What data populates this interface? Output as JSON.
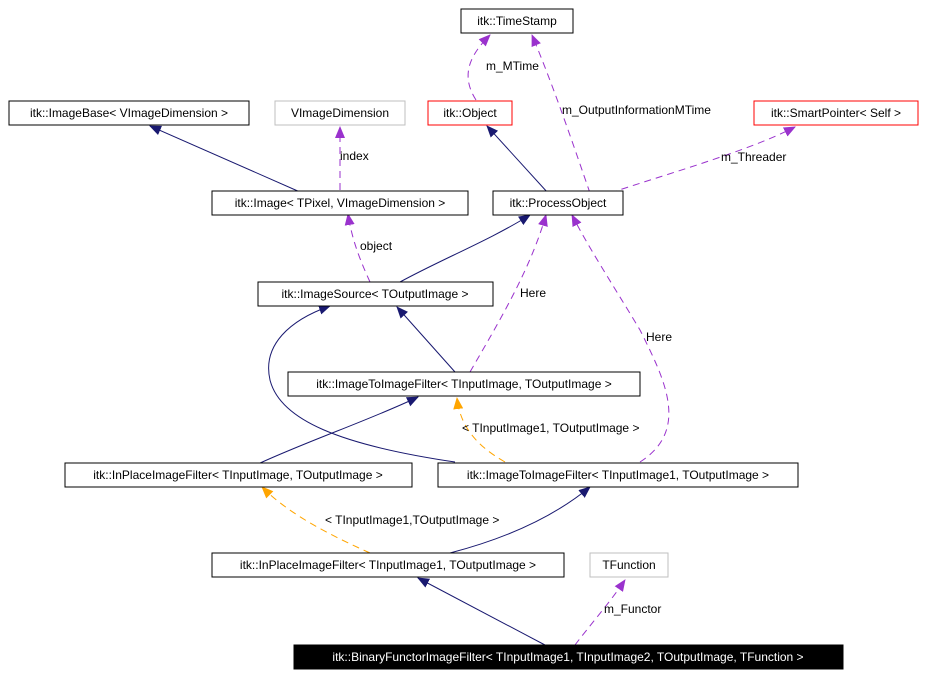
{
  "colors": {
    "inherit_edge": "#191970",
    "usage_edge": "#9a32cd",
    "template_edge": "#ffa500",
    "box_normal": "#000000",
    "box_truncated": "#ff0000",
    "box_undocumented": "#bfbfbf",
    "highlight_fill": "#000000",
    "highlight_text": "#ffffff"
  },
  "nodes": [
    {
      "id": "timestamp",
      "label": "itk::TimeStamp",
      "style": "normal"
    },
    {
      "id": "imagebase",
      "label": "itk::ImageBase< VImageDimension >",
      "style": "normal"
    },
    {
      "id": "vimagedimension",
      "label": "VImageDimension",
      "style": "undocumented"
    },
    {
      "id": "object",
      "label": "itk::Object",
      "style": "truncated"
    },
    {
      "id": "smartpointer",
      "label": "itk::SmartPointer< Self >",
      "style": "truncated"
    },
    {
      "id": "image",
      "label": "itk::Image< TPixel, VImageDimension >",
      "style": "normal"
    },
    {
      "id": "processobject",
      "label": "itk::ProcessObject",
      "style": "normal"
    },
    {
      "id": "imagesource",
      "label": "itk::ImageSource< TOutputImage >",
      "style": "normal"
    },
    {
      "id": "imagetoimage",
      "label": "itk::ImageToImageFilter< TInputImage, TOutputImage >",
      "style": "normal"
    },
    {
      "id": "inplace",
      "label": "itk::InPlaceImageFilter< TInputImage, TOutputImage >",
      "style": "normal"
    },
    {
      "id": "imagetoimage1",
      "label": "itk::ImageToImageFilter< TInputImage1, TOutputImage >",
      "style": "normal"
    },
    {
      "id": "inplace1",
      "label": "itk::InPlaceImageFilter< TInputImage1, TOutputImage >",
      "style": "normal"
    },
    {
      "id": "tfunction",
      "label": "TFunction",
      "style": "undocumented"
    },
    {
      "id": "binaryfunctor",
      "label": "itk::BinaryFunctorImageFilter< TInputImage1, TInputImage2, TOutputImage, TFunction >",
      "style": "highlight"
    }
  ],
  "edge_labels": {
    "m_mtime": "m_MTime",
    "m_outputinformationmtime": "m_OutputInformationMTime",
    "m_threader": "m_Threader",
    "index": "index",
    "object": "object",
    "here1": "Here",
    "here2": "Here",
    "tmpl_imagetoimage": "< TInputImage1, TOutputImage >",
    "tmpl_inplace": "< TInputImage1,TOutputImage >",
    "m_functor": "m_Functor"
  }
}
